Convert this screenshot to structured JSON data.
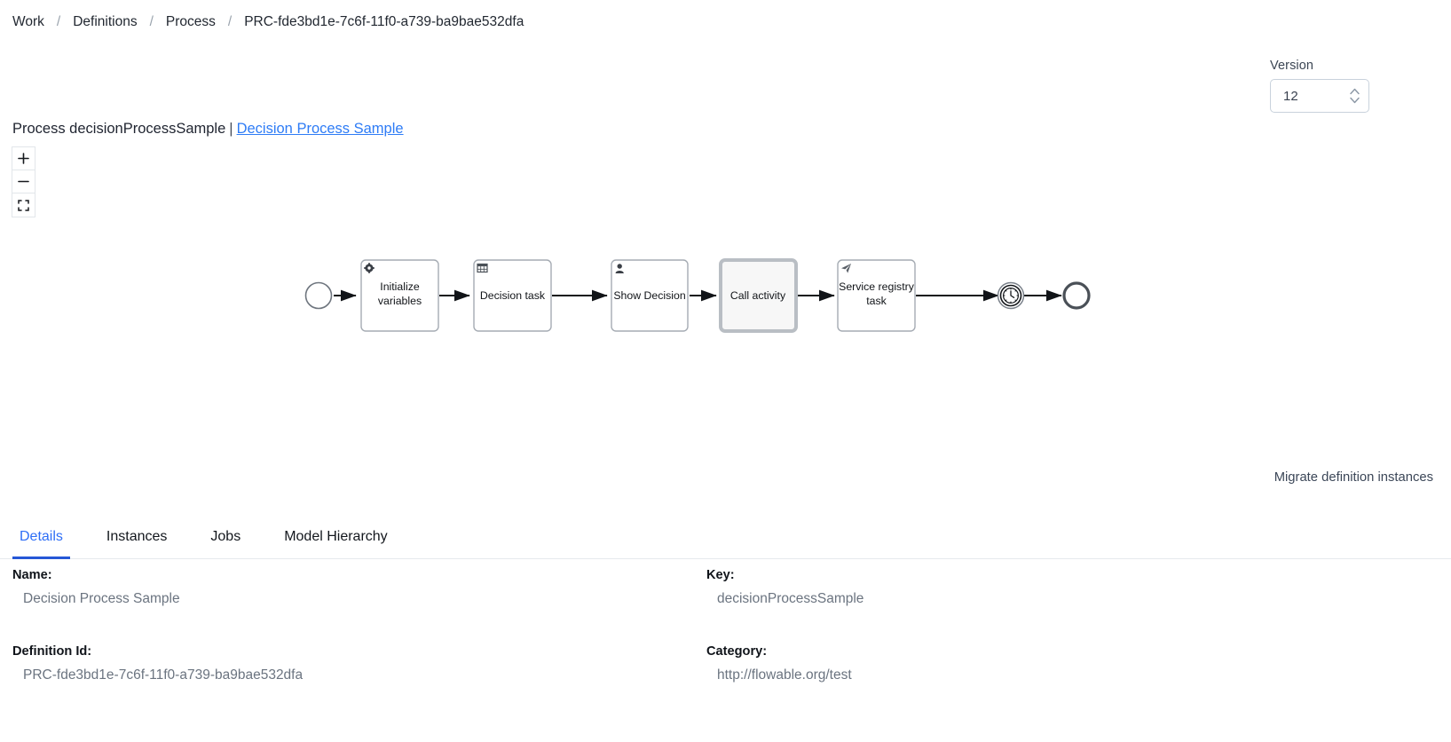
{
  "breadcrumb": {
    "items": [
      {
        "label": "Work",
        "link": true
      },
      {
        "label": "Definitions",
        "link": true
      },
      {
        "label": "Process",
        "link": true
      },
      {
        "label": "PRC-fde3bd1e-7c6f-11f0-a739-ba9bae532dfa",
        "link": false
      }
    ],
    "separator": "/"
  },
  "version": {
    "label": "Version",
    "value": "12"
  },
  "process_header": {
    "prefix": "Process decisionProcessSample",
    "separator": "|",
    "link_label": "Decision Process Sample"
  },
  "zoom_controls": {
    "zoom_in": "+",
    "zoom_out": "−",
    "fit": "fit-screen"
  },
  "diagram": {
    "type": "bpmn",
    "nodes": [
      {
        "id": "start",
        "kind": "start-event",
        "label": ""
      },
      {
        "id": "init",
        "kind": "service-task",
        "label": "Initialize variables",
        "icon": "gear-icon"
      },
      {
        "id": "decision",
        "kind": "decision-task",
        "label": "Decision task",
        "icon": "table-icon"
      },
      {
        "id": "show",
        "kind": "user-task",
        "label": "Show Decision",
        "icon": "user-icon"
      },
      {
        "id": "call",
        "kind": "call-activity",
        "label": "Call activity",
        "icon": ""
      },
      {
        "id": "registry",
        "kind": "send-task",
        "label": "Service registry task",
        "icon": "send-icon"
      },
      {
        "id": "timer",
        "kind": "intermediate-timer-event",
        "label": "",
        "icon": "clock-icon"
      },
      {
        "id": "end",
        "kind": "end-event",
        "label": ""
      }
    ],
    "flows": [
      {
        "from": "start",
        "to": "init"
      },
      {
        "from": "init",
        "to": "decision"
      },
      {
        "from": "decision",
        "to": "show"
      },
      {
        "from": "show",
        "to": "call"
      },
      {
        "from": "call",
        "to": "registry"
      },
      {
        "from": "registry",
        "to": "timer"
      },
      {
        "from": "timer",
        "to": "end"
      }
    ]
  },
  "migrate": {
    "label": "Migrate definition instances"
  },
  "tabs": [
    {
      "label": "Details",
      "active": true
    },
    {
      "label": "Instances",
      "active": false
    },
    {
      "label": "Jobs",
      "active": false
    },
    {
      "label": "Model Hierarchy",
      "active": false
    }
  ],
  "details": {
    "name_label": "Name:",
    "name_value": "Decision Process Sample",
    "key_label": "Key:",
    "key_value": "decisionProcessSample",
    "definition_id_label": "Definition Id:",
    "definition_id_value": "PRC-fde3bd1e-7c6f-11f0-a739-ba9bae532dfa",
    "category_label": "Category:",
    "category_value": "http://flowable.org/test"
  },
  "colors": {
    "accent": "#2e6ef6",
    "link": "#2e7cf6",
    "muted": "#6b7480",
    "border": "#e6e9ed"
  }
}
